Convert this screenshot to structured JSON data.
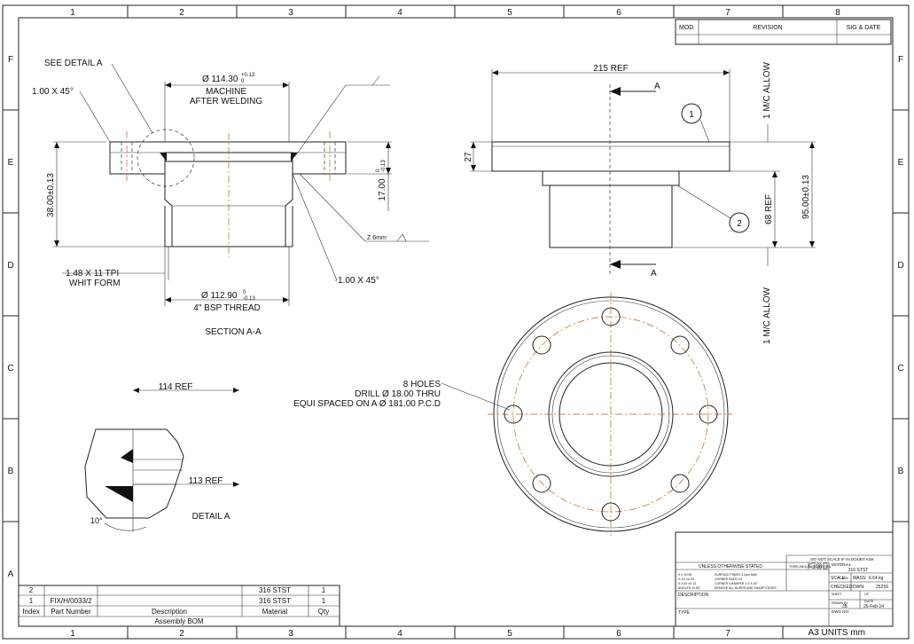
{
  "grid": {
    "columns": [
      "1",
      "2",
      "3",
      "4",
      "5",
      "6",
      "7",
      "8"
    ],
    "rows": [
      "F",
      "E",
      "D",
      "C",
      "B",
      "A"
    ]
  },
  "revision_table": {
    "headers": [
      "MOD",
      "REVISION",
      "SIG & DATE"
    ]
  },
  "section_view": {
    "see_detail": "SEE DETAIL  A",
    "chamfer_top": "1.00 X 45°",
    "bore_dim": "Ø 114.30",
    "bore_tol_upper": "+0.13",
    "bore_tol_lower": "0",
    "machine_note_1": "MACHINE",
    "machine_note_2": "AFTER WELDING",
    "height_dim": "38.00±0.13",
    "face_dim": "17.00",
    "face_tol_upper": "0",
    "face_tol_lower": "-0.13",
    "weld_note": "Z 6mm",
    "thread_tpi_1": "1.48 X 11 TPI",
    "thread_tpi_2": "WHIT FORM",
    "chamfer_bottom": "1.00 X 45°",
    "thread_dia": "Ø 112.90",
    "thread_tol_upper": "0",
    "thread_tol_lower": "-0.13",
    "thread_name": "4\" BSP THREAD",
    "title": "SECTION  A-A"
  },
  "detail_view": {
    "dim_114": "114 REF",
    "dim_113": "113 REF",
    "angle": "10°",
    "title": "DETAIL A"
  },
  "side_view": {
    "dim_215": "215 REF",
    "section_label_top": "A",
    "section_label_bottom": "A",
    "dim_27": "27",
    "dim_68": "68 REF",
    "dim_95": "95.00±0.13",
    "allow_top": "1 M/C ALLOW",
    "allow_bottom": "1 M/C ALLOW",
    "balloon_1": "1",
    "balloon_2": "2"
  },
  "plan_view": {
    "holes_1": "8 HOLES",
    "holes_2": "DRILL Ø 18.00 THRU",
    "holes_3": "EQUI SPACED ON A Ø 181.00 P.C.D"
  },
  "bom": {
    "rows": [
      {
        "index": "2",
        "part": "",
        "description": "",
        "material": "316 STST",
        "qty": "1"
      },
      {
        "index": "1",
        "part": "FIX/H/0033/2",
        "description": "",
        "material": "316 STST",
        "qty": "1"
      }
    ],
    "headers": [
      "Index",
      "Part Number",
      "Description",
      "Material",
      "Qty"
    ],
    "title": "Assembly BOM"
  },
  "title_block": {
    "do_not_scale": "DO NOT SCALE   IF IN DOUBT ASK",
    "unless_stated": "UNLESS OTHERWISE STATED",
    "tol_x": "X.X      ±0.50",
    "tol_xx": "X.XX     ±0.25",
    "tol_xxx": "X.XXX    ±0.13",
    "tol_angles": "ANGLES    ±0.50°",
    "surface_finish": "SURFACE FINISH      3.2µm MAX",
    "corner_radii": "CORNER RADII       0.5",
    "corner_chamfer": "CORNER CHAMFER    1.0 X 45°",
    "remove_burrs": "REMOVE ALL BURRS AND SHARP EDGES",
    "projection": "THIRD ANGLE PROJECTION",
    "material_label": "MATERIAL",
    "material_value": "316 STST",
    "scale_label": "SCALE:",
    "scale_value": "1/15",
    "mass_label": "MASS:",
    "mass_value": "6.64 kg",
    "checked_label": "CHECKED",
    "dwn_label": "DWN:",
    "dwn_value": "25259",
    "description_label": "DESCRIPTION",
    "sheet_label": "SHEET",
    "of_label": "OF",
    "drawn_label": "DRAWN BY",
    "drawn_value": "JB",
    "date_label": "DATE",
    "date_value": "26-Feb-14",
    "type_label": "TYPE",
    "dwg_label": "DWG NO:",
    "units": "A3 UNITS mm"
  }
}
